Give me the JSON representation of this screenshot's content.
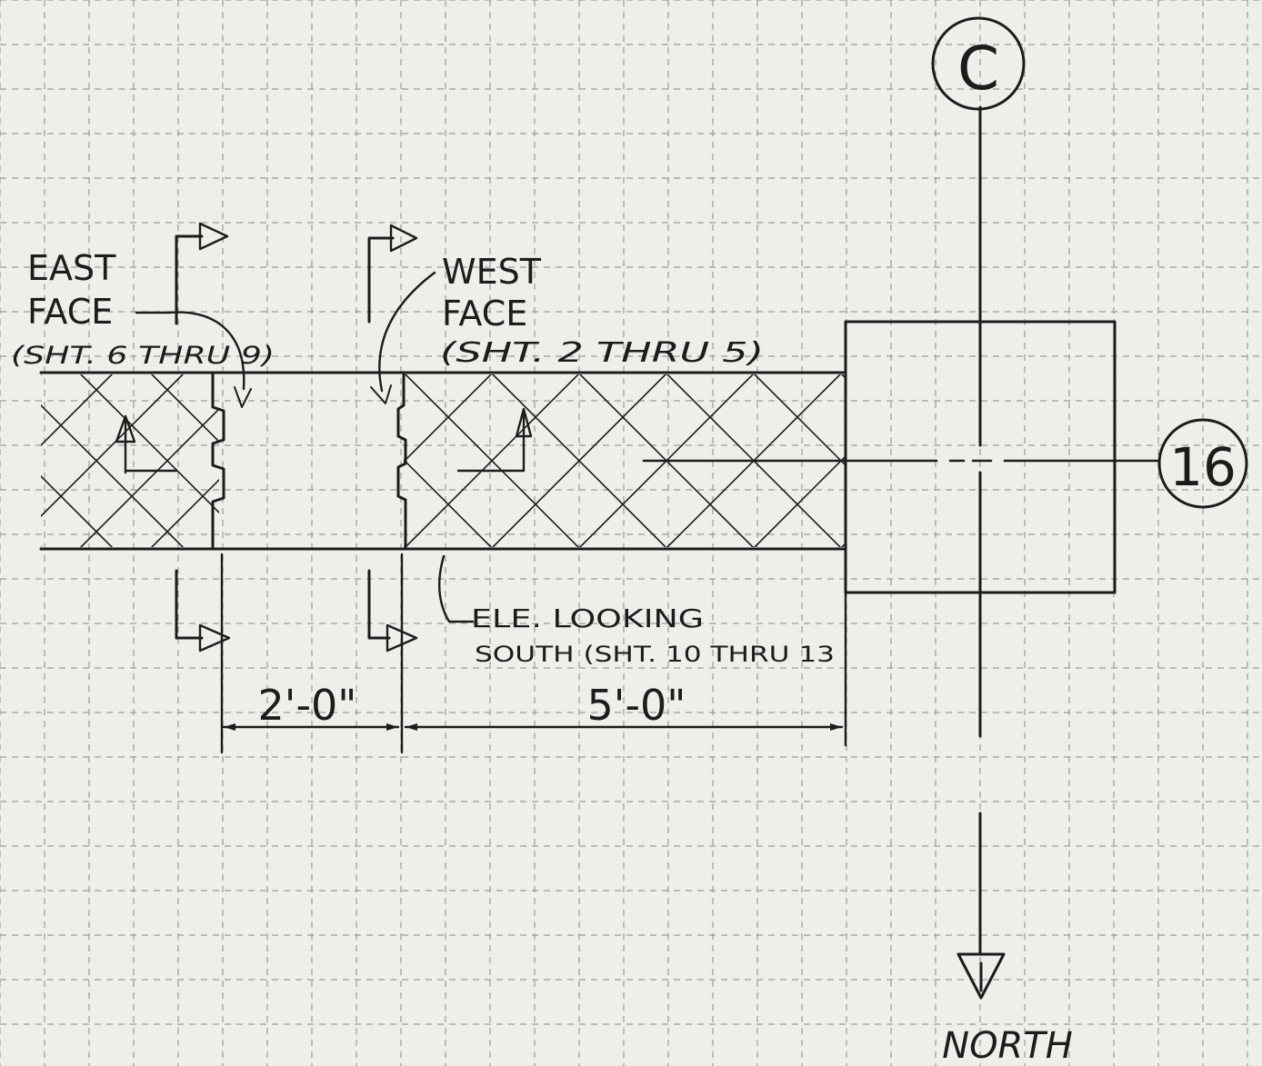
{
  "labels": {
    "east_face_line1": "EAST",
    "east_face_line2": "FACE",
    "east_face_ref": "(SHT. 6 THRU 9)",
    "west_face_line1": "WEST",
    "west_face_line2": "FACE",
    "west_face_ref": "(SHT. 2 THRU 5)",
    "elevation_line1": "ELE. LOOKING",
    "elevation_line2": "SOUTH (SHT. 10 THRU 13",
    "north": "NORTH"
  },
  "grid_bubbles": {
    "column": "C",
    "row": "16"
  },
  "dimensions": {
    "left": "2'-0\"",
    "right": "5'-0\""
  },
  "colors": {
    "paper": "#eeeeea",
    "grid": "#9a9a98",
    "ink": "#1c1c1c"
  }
}
